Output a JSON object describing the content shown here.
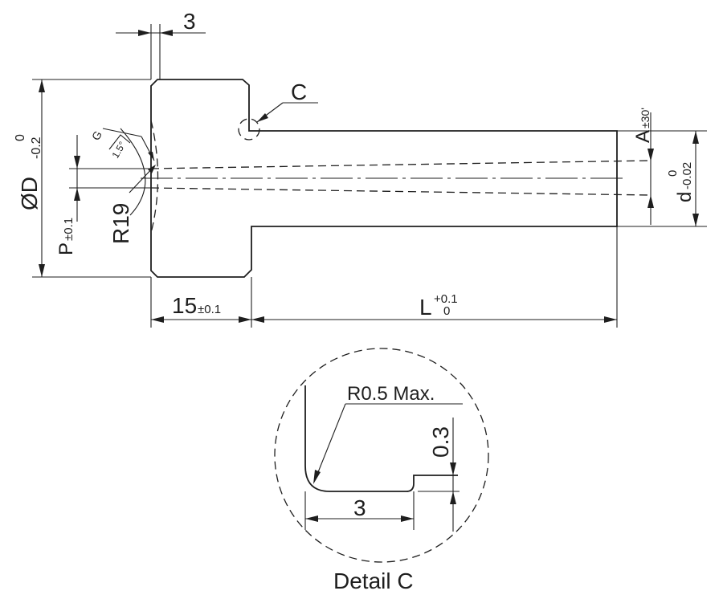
{
  "labels": {
    "top_width": "3",
    "callout_c": "C",
    "dia_prefix": "ØD",
    "dia_tol_upper": "0",
    "dia_tol_lower": "-0.2",
    "p_main": "P",
    "p_tol": "±0.1",
    "radius": "R19",
    "angle_g": "G",
    "angle_deg": "1.5°",
    "a_main": "A",
    "a_tol": "±30'",
    "d_main": "d",
    "d_tol_upper": "0",
    "d_tol_lower": "-0.02",
    "head_len": "15",
    "head_len_tol": "±0.1",
    "len_main": "L",
    "len_tol_upper": "+0.1",
    "len_tol_lower": "0",
    "detail_radius": "R0.5 Max.",
    "detail_height": "0.3",
    "detail_width": "3",
    "detail_title": "Detail C"
  },
  "colors": {
    "line": "#1e1e1e",
    "background": "#ffffff"
  }
}
